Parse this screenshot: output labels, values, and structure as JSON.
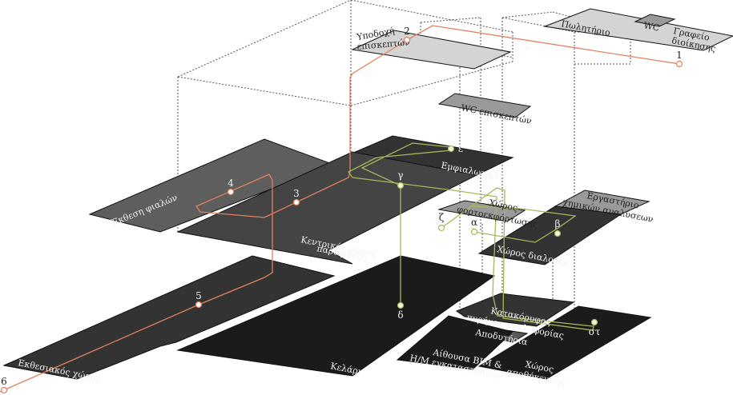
{
  "diagram": {
    "title": "Axonometric circulation diagram",
    "colors": {
      "visitor_route": "#e0815e",
      "staff_route": "#a9b65a",
      "floor_light": "#d4d4d4",
      "floor_mid": "#9a9a9a",
      "floor_dark_gray": "#5e5e5e",
      "floor_dark": "#444444",
      "floor_darker": "#333333",
      "floor_black": "#1b1b1b"
    },
    "spaces": {
      "workshop": "Πωλητήριο",
      "wc_top": "WC",
      "office": "Γραφείο διοίκησης",
      "reception": "Υποδοχή επισκεπτών",
      "wc_visitors": "WC επισκεπτών",
      "bottling": "Εμφιαλωτήριο",
      "bottle_display": "Έκθεση φιαλών",
      "central_production": "Κεντρικός χώρος παραγωγής",
      "unloading": "Χώρος φορτοεκφόρτωσης",
      "chem_lab": "Εργαστήριο χημικών αναλύσεων",
      "sorting": "Χώρος διαλογής",
      "exhibition": "Εκθεσιακός χώρος",
      "cellar": "Κελάρι",
      "vertical_core": "Κατακόρυφος πυρήνας κυκλοφορίας",
      "changing_rooms": "Αποδυτήρια",
      "bim_room": "Αίθουσα BIM & Η/Μ εγκαταστάσεων",
      "storage": "Χώρος αποθήκευσης"
    },
    "visitor_points": [
      "1",
      "2",
      "3",
      "4",
      "5",
      "6"
    ],
    "staff_points": [
      "α",
      "β",
      "γ",
      "δ",
      "ε",
      "στ",
      "ζ"
    ]
  }
}
